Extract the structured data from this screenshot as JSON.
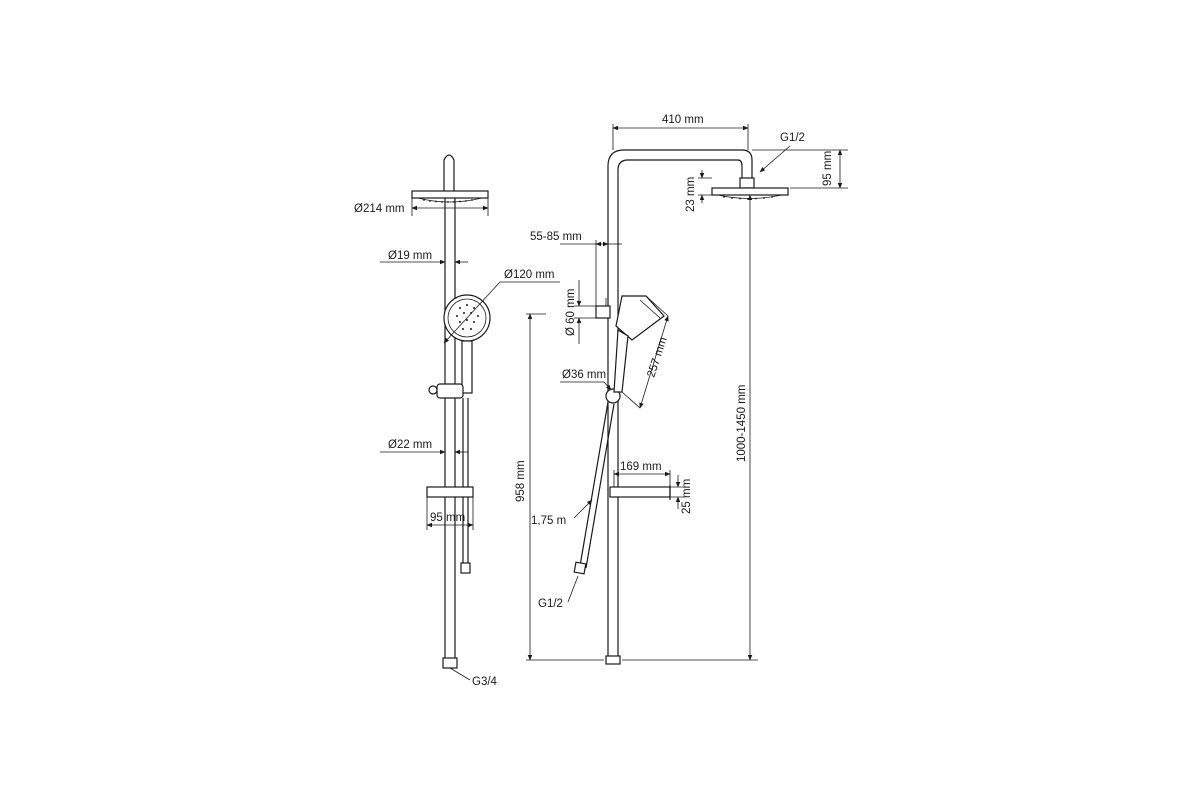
{
  "front_view": {
    "head_diameter": "Ø214 mm",
    "pipe_diameter_top": "Ø19 mm",
    "hand_shower_diameter": "Ø120 mm",
    "pipe_diameter_bottom": "Ø22 mm",
    "shelf_width": "95 mm",
    "inlet_thread": "G3/4"
  },
  "side_view": {
    "arm_length": "410 mm",
    "head_thread": "G1/2",
    "head_height": "95 mm",
    "head_thickness": "23 mm",
    "wall_distance": "55-85 mm",
    "holder_diameter": "Ø 60 mm",
    "hand_shower_length": "257 mm",
    "slider_diameter": "Ø36 mm",
    "total_height": "1000-1450 mm",
    "shelf_depth": "169 mm",
    "shelf_height": "25 mm",
    "column_height": "958 mm",
    "hose_length": "1,75 m",
    "hose_thread": "G1/2"
  }
}
